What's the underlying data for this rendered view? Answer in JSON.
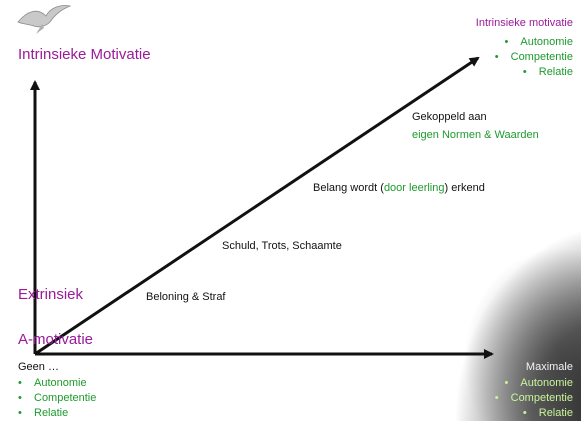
{
  "axes": {
    "y_top_label": "Intrinsieke Motivatie",
    "y_mid_label": "Extrinsiek",
    "y_origin_label": "A-motivatie",
    "x_right_label": "Maximale"
  },
  "top_right": {
    "title": "Intrinsieke motivatie",
    "items": [
      "Autonomie",
      "Competentie",
      "Relatie"
    ]
  },
  "bottom_left": {
    "title": "Geen …",
    "items": [
      "Autonomie",
      "Competentie",
      "Relatie"
    ]
  },
  "bottom_right": {
    "items": [
      "Autonomie",
      "Competentie",
      "Relatie"
    ]
  },
  "steps": {
    "step1": "Beloning & Straf",
    "step2": "Schuld, Trots, Schaamte",
    "step3_pre": "Belang wordt (",
    "step3_highlight": "door leerling",
    "step3_post": ") erkend",
    "step4_line1": "Gekoppeld aan",
    "step4_line2": "eigen Normen & Waarden"
  },
  "colors": {
    "purple": "#9a1a9a",
    "green": "#1e9a2e",
    "axis": "#111111",
    "light_green": "#c8f59a"
  },
  "decoration": {
    "corner_image": "seagull-icon"
  }
}
